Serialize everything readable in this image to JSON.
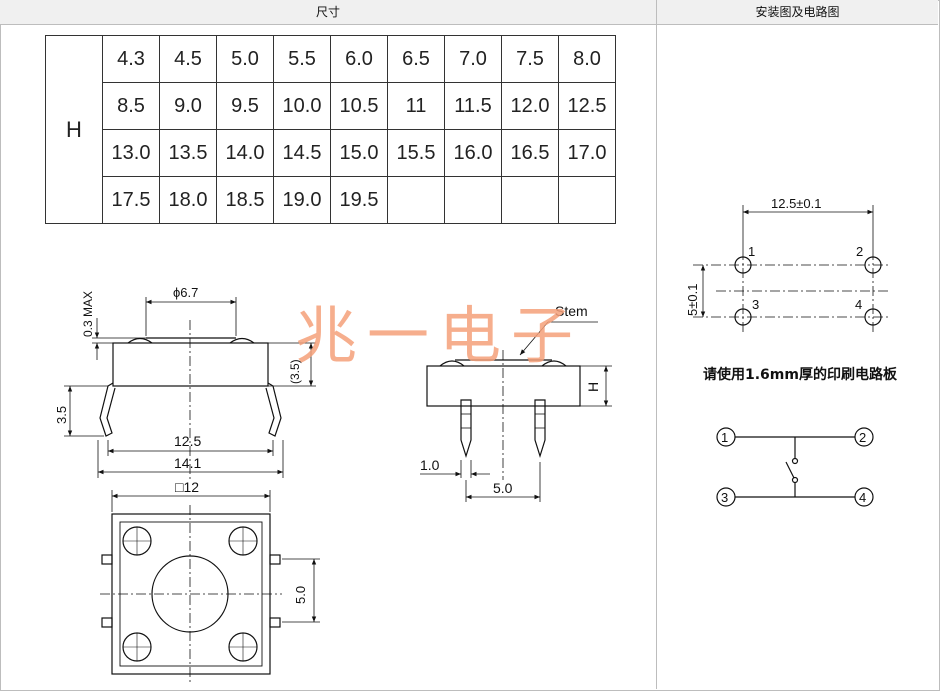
{
  "headers": {
    "left": "尺寸",
    "right": "安装图及电路图"
  },
  "size_table": {
    "row_label": "H",
    "rows": [
      [
        "4.3",
        "4.5",
        "5.0",
        "5.5",
        "6.0",
        "6.5",
        "7.0",
        "7.5",
        "8.0"
      ],
      [
        "8.5",
        "9.0",
        "9.5",
        "10.0",
        "10.5",
        "11",
        "11.5",
        "12.0",
        "12.5"
      ],
      [
        "13.0",
        "13.5",
        "14.0",
        "14.5",
        "15.0",
        "15.5",
        "16.0",
        "16.5",
        "17.0"
      ],
      [
        "17.5",
        "18.0",
        "18.5",
        "19.0",
        "19.5",
        "",
        "",
        "",
        ""
      ]
    ]
  },
  "side_view": {
    "dim_diameter": "ϕ6.7",
    "dim_max": "0.3 MAX",
    "dim_stem": "(3.5)",
    "dim_leg": "3.5",
    "dim_pitch": "12.5",
    "dim_width": "14.1"
  },
  "front_view": {
    "stem_label": "Stem",
    "h_label": "H",
    "dim_pin": "1.0",
    "dim_pitch": "5.0"
  },
  "top_view": {
    "dim_square": "□12",
    "dim_pitch": "5.0"
  },
  "pcb_layout": {
    "dim_horizontal": "12.5±0.1",
    "dim_vertical": "5±0.1",
    "pin_labels": [
      "1",
      "2",
      "3",
      "4"
    ]
  },
  "pcb_note": "请使用1.6mm厚的印刷电路板",
  "circuit": {
    "nodes": [
      "1",
      "2",
      "3",
      "4"
    ]
  },
  "watermark": "兆一电子"
}
